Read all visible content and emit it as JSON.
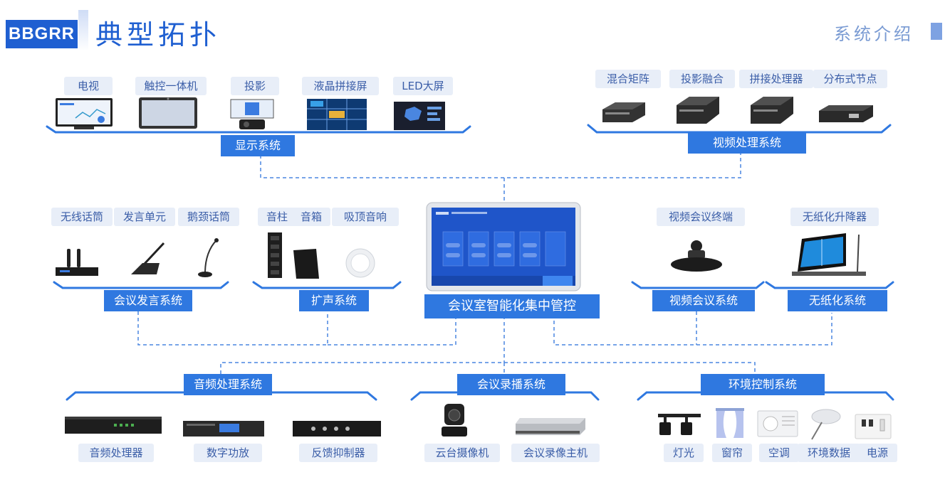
{
  "header": {
    "brand": "BBGRR",
    "title": "典型拓扑",
    "subtitle": "系统介绍"
  },
  "center": {
    "label": "会议室智能化集中管控"
  },
  "groups": {
    "display": {
      "label": "显示系统",
      "items": [
        "电视",
        "触控一体机",
        "投影",
        "液晶拼接屏",
        "LED大屏"
      ]
    },
    "video_proc": {
      "label": "视频处理系统",
      "items": [
        "混合矩阵",
        "投影融合",
        "拼接处理器",
        "分布式节点"
      ]
    },
    "conf_speech": {
      "label": "会议发言系统",
      "items": [
        "无线话筒",
        "发言单元",
        "鹅颈话筒"
      ]
    },
    "pa": {
      "label": "扩声系统",
      "items": [
        "音柱",
        "音箱",
        "吸顶音响"
      ]
    },
    "video_conf": {
      "label": "视频会议系统",
      "items": [
        "视频会议终端"
      ]
    },
    "paperless": {
      "label": "无纸化系统",
      "items": [
        "无纸化升降器"
      ]
    },
    "audio_proc": {
      "label": "音频处理系统",
      "items": [
        "音频处理器",
        "数字功放",
        "反馈抑制器"
      ]
    },
    "recording": {
      "label": "会议录播系统",
      "items": [
        "云台摄像机",
        "会议录像主机"
      ]
    },
    "env": {
      "label": "环境控制系统",
      "items": [
        "灯光",
        "窗帘",
        "空调",
        "环境数据",
        "电源"
      ]
    }
  },
  "colors": {
    "primary": "#2f78e0",
    "brand": "#1f5fd1",
    "tag_bg": "#e8eef8",
    "tag_text": "#3b5ea8",
    "line": "#4a86e0"
  }
}
